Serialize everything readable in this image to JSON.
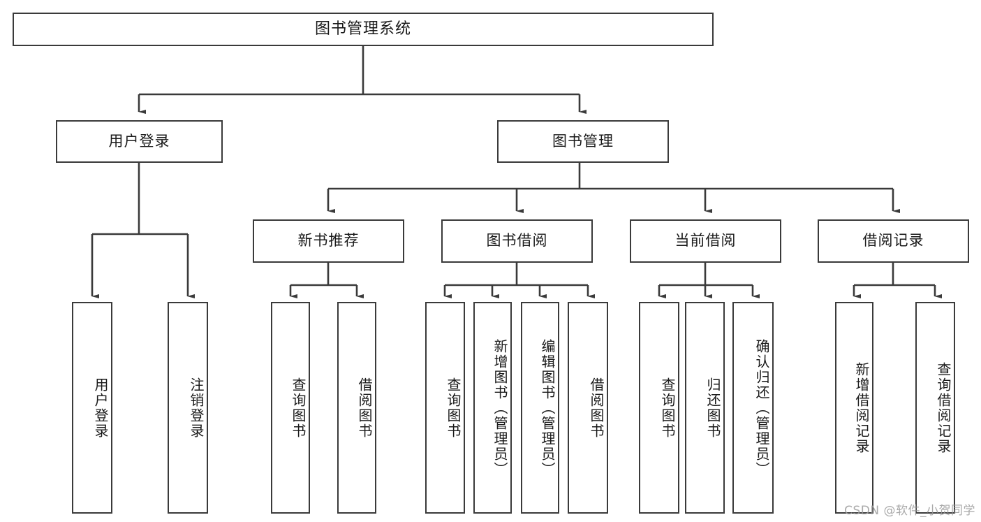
{
  "diagram": {
    "type": "tree",
    "title": "图书管理系统",
    "background_color": "#ffffff",
    "border_color": "#3a3a3a",
    "text_color": "#1a1a1a"
  },
  "root": {
    "label": "图书管理系统"
  },
  "level2": [
    {
      "label": "用户登录"
    },
    {
      "label": "图书管理"
    }
  ],
  "level3": [
    {
      "label": "新书推荐"
    },
    {
      "label": "图书借阅"
    },
    {
      "label": "当前借阅"
    },
    {
      "label": "借阅记录"
    }
  ],
  "leaves": {
    "user_login": [
      {
        "label": "用户登录"
      },
      {
        "label": "注销登录"
      }
    ],
    "new_book_recommend": [
      {
        "label": "查询图书"
      },
      {
        "label": "借阅图书"
      }
    ],
    "book_borrow": [
      {
        "label": "查询图书"
      },
      {
        "label": "新增图书（管理员）"
      },
      {
        "label": "编辑图书（管理员）"
      },
      {
        "label": "借阅图书"
      }
    ],
    "current_borrow": [
      {
        "label": "查询图书"
      },
      {
        "label": "归还图书"
      },
      {
        "label": "确认归还（管理员）"
      }
    ],
    "borrow_record": [
      {
        "label": "新增借阅记录"
      },
      {
        "label": "查询借阅记录"
      }
    ]
  },
  "watermark": {
    "text": "CSDN @软件_小贺同学"
  }
}
